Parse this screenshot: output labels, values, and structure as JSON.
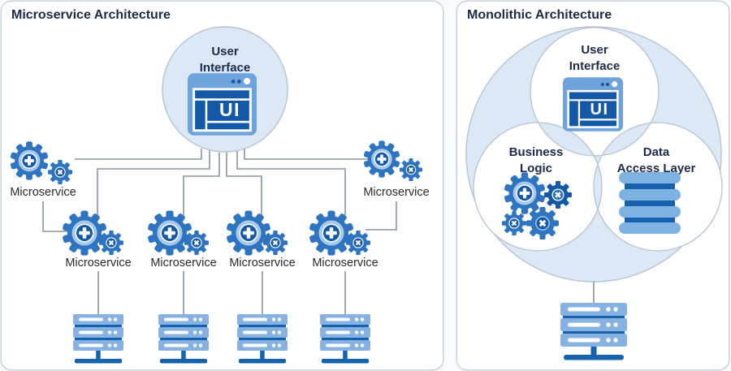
{
  "palette": {
    "dark_navy_text": "#1c2b4a",
    "gear_blue": "#2e74c0",
    "deep_blue": "#1459a8",
    "light_blue_fill": "#dce8f5",
    "pale_gear_ring": "#a6c8ea",
    "icon_frame_blue": "#6fa3dc",
    "server_bar_blue": "#87b1e0",
    "db_bar_blue": "#7fb1e2",
    "connector_gray": "#8795a2",
    "circle_stroke": "#b5c3d2"
  },
  "icons": {
    "browser": "ui-browser-icon",
    "gear_large": "gear-plus-icon",
    "gear_small": "gear-x-icon",
    "server": "server-rack-icon",
    "database": "database-stack-icon"
  },
  "left": {
    "title": "Microservice Architecture",
    "hub": {
      "line1": "User",
      "line2": "Interface",
      "browser_text": "UI"
    },
    "microservices": [
      {
        "label": "Microservice"
      },
      {
        "label": "Microservice"
      },
      {
        "label": "Microservice"
      },
      {
        "label": "Microservice"
      },
      {
        "label": "Microservice"
      },
      {
        "label": "Microservice"
      }
    ]
  },
  "right": {
    "title": "Monolithic Architecture",
    "browser_text": "UI",
    "circles": {
      "ui": {
        "line1": "User",
        "line2": "Interface"
      },
      "business": {
        "line1": "Business",
        "line2": "Logic"
      },
      "data": {
        "line1": "Data",
        "line2": "Access Layer"
      }
    }
  }
}
